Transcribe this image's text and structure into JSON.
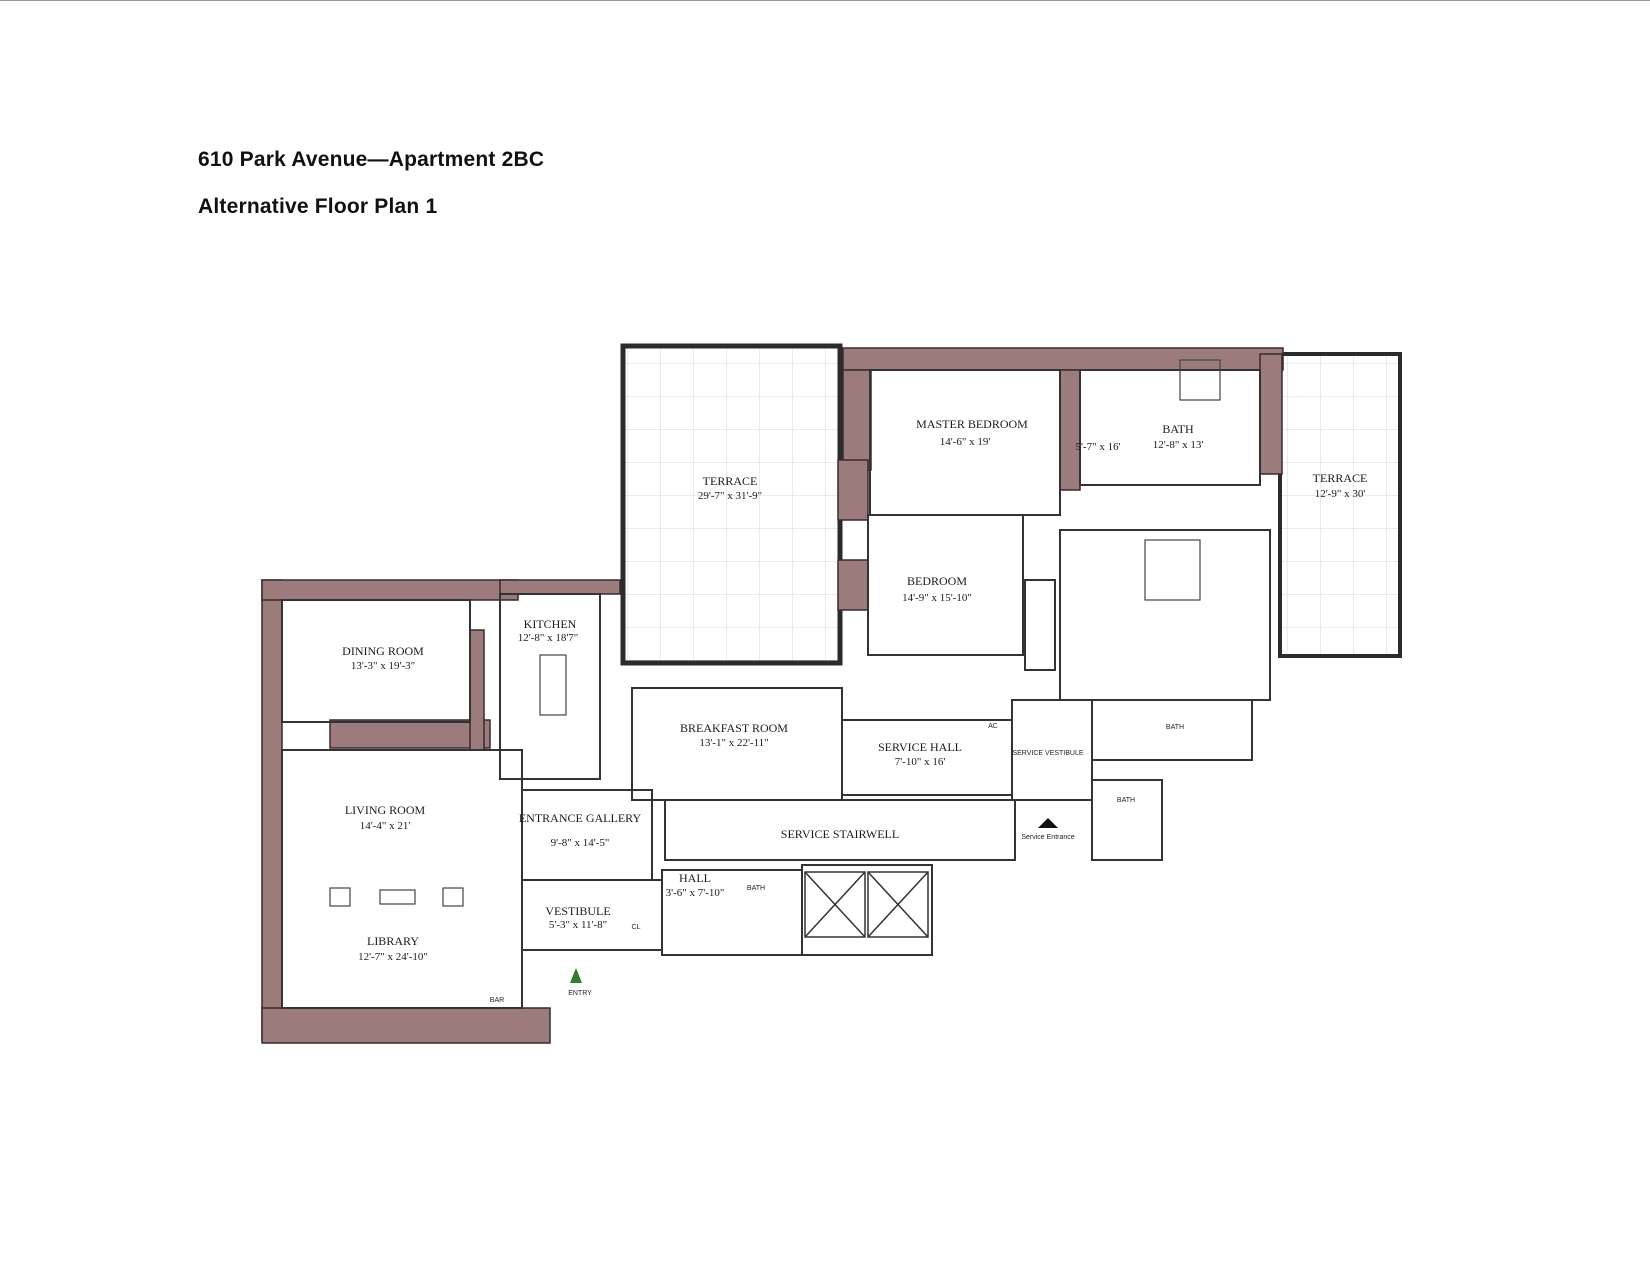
{
  "document": {
    "title": "610 Park Avenue—Apartment 2BC",
    "subtitle": "Alternative Floor Plan 1"
  },
  "rooms": {
    "terrace_main": {
      "name": "TERRACE",
      "dims": "29'-7\" x 31'-9\""
    },
    "master_bedroom": {
      "name": "MASTER BEDROOM",
      "dims": "14'-6\" x 19'"
    },
    "master_bath": {
      "name": "BATH",
      "dims": "12'-8\" x 13'"
    },
    "dressing": {
      "dims": "5'-7\" x 16'"
    },
    "terrace_east": {
      "name": "TERRACE",
      "dims": "12'-9\" x 30'"
    },
    "bedroom": {
      "name": "BEDROOM",
      "dims": "14'-9\" x 15'-10\""
    },
    "dining_room": {
      "name": "DINING ROOM",
      "dims": "13'-3\" x 19'-3\""
    },
    "kitchen": {
      "name": "KITCHEN",
      "dims": "12'-8\" x 18'7\""
    },
    "breakfast_room": {
      "name": "BREAKFAST ROOM",
      "dims": "13'-1\" x 22'-11\""
    },
    "service_hall": {
      "name": "SERVICE HALL",
      "dims": "7'-10\" x 16'"
    },
    "service_vestibule": {
      "name": "SERVICE VESTIBULE"
    },
    "living_room": {
      "name": "LIVING ROOM",
      "dims": "14'-4\" x 21'"
    },
    "entrance_gallery": {
      "name": "ENTRANCE GALLERY",
      "dims": "9'-8\" x 14'-5\""
    },
    "service_stairwell": {
      "name": "SERVICE STAIRWELL"
    },
    "hall": {
      "name": "HALL",
      "dims": "3'-6\" x 7'-10\""
    },
    "vestibule": {
      "name": "VESTIBULE",
      "dims": "5'-3\" x 11'-8\""
    },
    "library": {
      "name": "LIBRARY",
      "dims": "12'-7\" x 24'-10\""
    },
    "bath_small": {
      "name": "BATH"
    },
    "bath_service": {
      "name": "BATH"
    },
    "bath_service2": {
      "name": "BATH"
    }
  },
  "marks": {
    "entry": "ENTRY",
    "service_entrance": "Service Entrance",
    "cl": "CL",
    "ac": "AC",
    "bar": "BAR"
  }
}
